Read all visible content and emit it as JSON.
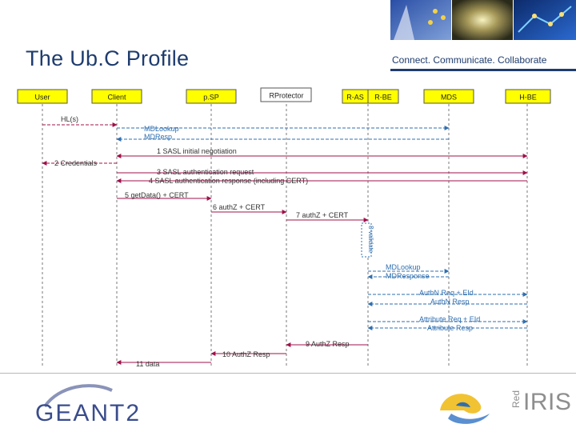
{
  "header": {
    "title": "The Ub.C Profile",
    "tagline": "Connect. Communicate. Collaborate"
  },
  "diagram": {
    "actors": [
      "User",
      "Client",
      "p.SP",
      "RProtector",
      "R-AS",
      "R-BE",
      "MDS",
      "H-BE"
    ],
    "messages": [
      "HL(s)",
      "MDLookup",
      "MDResp",
      "1 SASL initial negotiation",
      "2 Credentials",
      "3 SASL authentication request",
      "4 SASL authentication response (including CERT)",
      "5 getData() + CERT",
      "6 authZ + CERT",
      "7 authZ + CERT",
      "8 validate",
      "MDLookup",
      "MDResponse",
      "AuthN Req + EId",
      "AuthN Resp",
      "Attribute Req + EId",
      "Attribute Resp",
      "9 AuthZ Resp",
      "10 AuthZ Resp",
      "11 data"
    ]
  },
  "footer": {
    "geant_logo": "GEANT2",
    "rediris_logo_small": "Red",
    "rediris_logo_big": "IRIS"
  },
  "colors": {
    "title": "#1f3c6e",
    "actor_fill": "#ffff00",
    "arrow_magenta": "#a0104a",
    "arrow_blue": "#2f6fb0"
  }
}
